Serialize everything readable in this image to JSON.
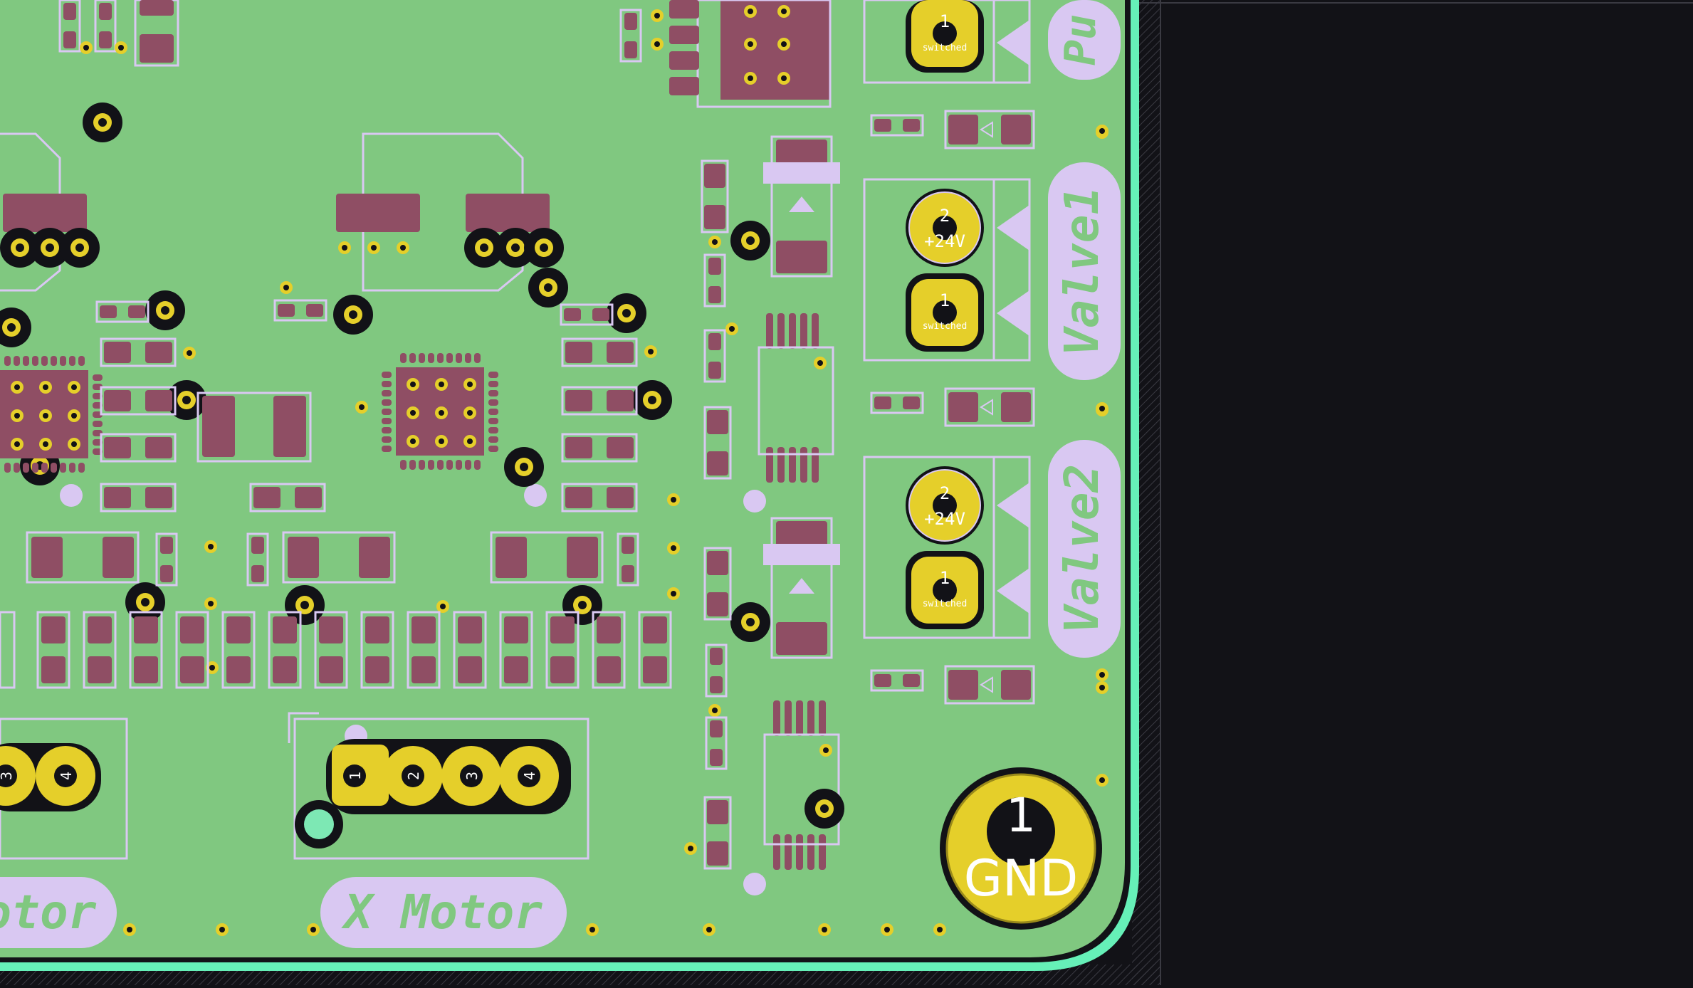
{
  "colors": {
    "background": "#121217",
    "board": "#80c880",
    "silkscreen": "#d9c8f2",
    "copper_pad": "#8f4e64",
    "via": "#e5cf2a",
    "outline": "#66f0b8"
  },
  "labels": {
    "pump": "Pu",
    "valve1": "Valve1",
    "valve2": "Valve2",
    "x_motor": "X Motor",
    "motor_partial": "otor",
    "gnd_pin": "1",
    "gnd": "GND"
  },
  "pads": {
    "pump_pin1": "1",
    "switched": "switched",
    "valve1_pin2": "2",
    "valve1_v": "+24V",
    "valve1_pin1": "1",
    "valve2_pin2": "2",
    "valve2_v": "+24V",
    "valve2_pin1": "1",
    "header_1": "1",
    "header_2": "2",
    "header_3": "3",
    "header_4": "4",
    "left_3": "3",
    "left_4": "4"
  }
}
